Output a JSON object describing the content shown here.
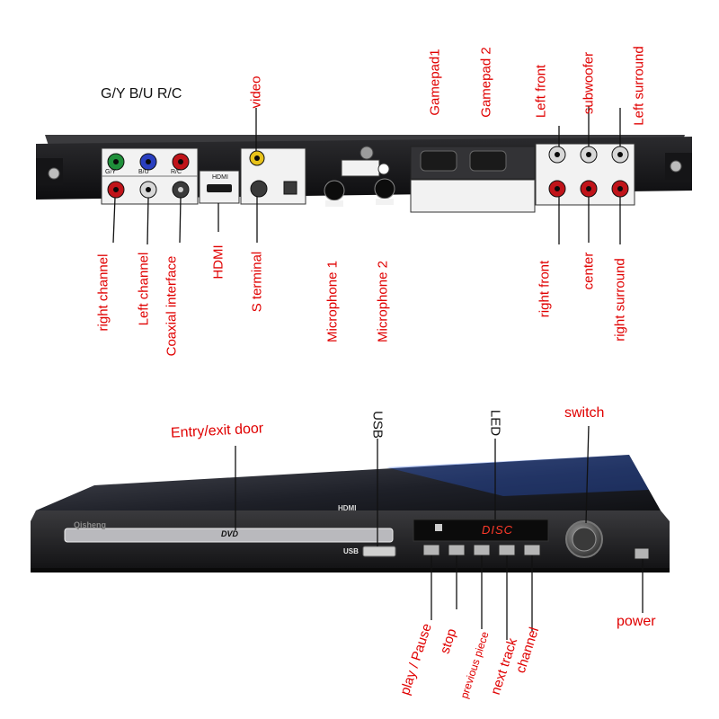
{
  "colors": {
    "label_red": "#e00000",
    "label_black": "#111111",
    "chassis": "#1c1c1e",
    "panel": "#2a2a2c",
    "jack_green": "#1f8f3a",
    "jack_blue": "#2a3fbf",
    "jack_red": "#c0141a",
    "jack_yellow": "#e8c21a",
    "jack_white": "#d8d8d8",
    "display_text": "#ff3a2a",
    "accent_blue": "#2a5bd6"
  },
  "rear_panel": {
    "top_labels": {
      "gy_bu_rc": "G/Y B/U R/C",
      "video": "video",
      "gamepad1": "Gamepad1",
      "gamepad2": "Gamepad 2",
      "left_front": "Left front",
      "subwoofer": "subwoofer",
      "left_surround": "Left surround"
    },
    "bottom_labels": {
      "right_channel": "right channel",
      "left_channel": "Left channel",
      "coaxial": "Coaxial interface",
      "hdmi": "HDMI",
      "s_terminal": "S terminal",
      "mic1": "Microphone 1",
      "mic2": "Microphone 2",
      "right_front": "right front",
      "center": "center",
      "right_surround": "right surround"
    },
    "printed": {
      "gy": "G/Y",
      "bu": "B/U",
      "rc": "R/C",
      "hdmi": "HDMI"
    }
  },
  "front_panel": {
    "labels": {
      "door": "Entry/exit door",
      "usb": "USB",
      "led": "LED",
      "switch": "switch",
      "power": "power",
      "play_pause": "play / Pause",
      "stop": "stop",
      "previous": "previous piece",
      "next": "next track",
      "channel": "channel"
    },
    "printed": {
      "brand": "Qisheng",
      "dvd": "DVD",
      "usb": "USB",
      "hdmi": "HDMI",
      "display": "DISC"
    }
  }
}
